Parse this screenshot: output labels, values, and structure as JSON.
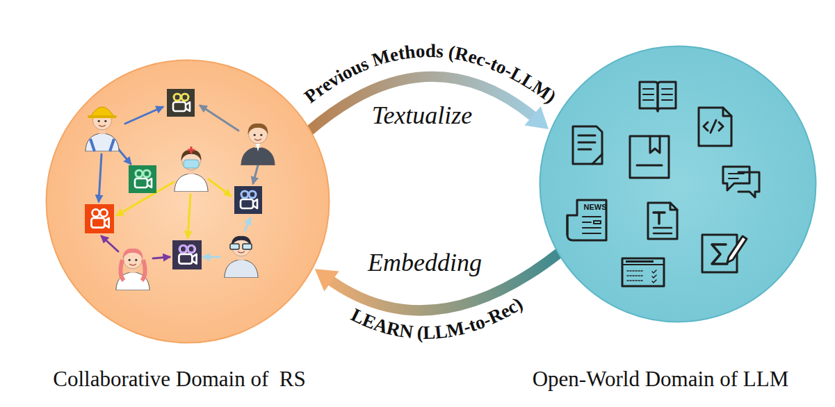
{
  "diagram": {
    "nodes": [
      {
        "text": [
          "Collaborative Domain of  RS"
        ]
      },
      {
        "text": [
          "Open-World Domain of LLM"
        ]
      }
    ],
    "edges": [
      {
        "from": 0,
        "to": 1,
        "arrow": "to",
        "label": "Previous Methods (Rec-to-LLM)"
      },
      {
        "from": 1,
        "to": 0,
        "arrow": "to",
        "label": "LEARN (LLM-to-Rec)"
      }
    ],
    "labels": [
      "Textualize",
      "Embedding",
      "NEWS"
    ]
  }
}
